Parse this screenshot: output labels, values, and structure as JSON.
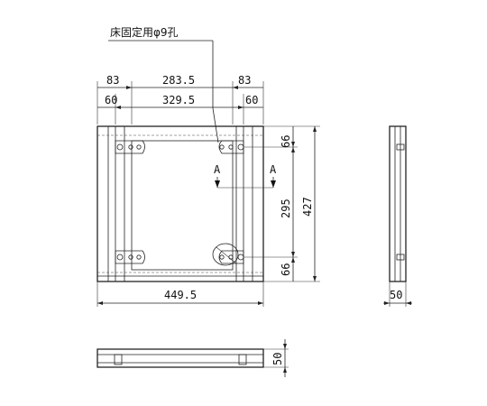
{
  "diagram": {
    "note": "床固定用φ9孔",
    "top_dims": {
      "left_outer": "83",
      "middle_outer": "283.5",
      "right_outer": "83",
      "left_inner": "60",
      "middle_inner": "329.5",
      "right_inner": "60"
    },
    "right_dims": {
      "top_hole": "66",
      "hole_span": "295",
      "bottom_hole": "66",
      "overall": "427"
    },
    "bottom_dim": "449.5",
    "section_left": "A",
    "section_right": "A",
    "side_view_dim": "50",
    "bottom_view_dim": "50"
  }
}
